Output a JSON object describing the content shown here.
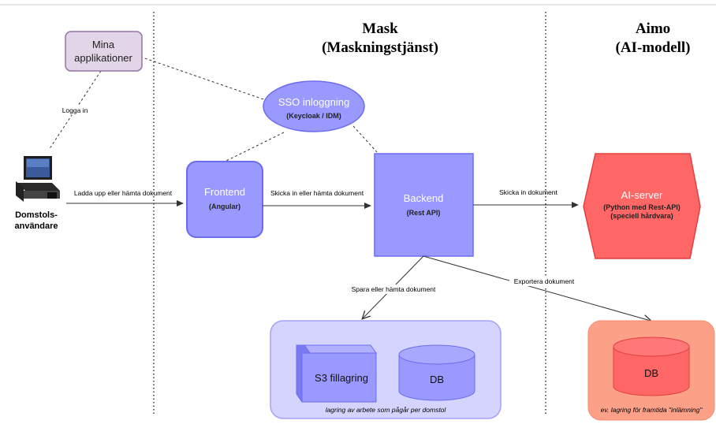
{
  "titles": {
    "mask_line1": "Mask",
    "mask_line2": "(Maskningstjänst)",
    "aimo_line1": "Aimo",
    "aimo_line2": "(AI-modell)"
  },
  "nodes": {
    "mina_app_line1": "Mina",
    "mina_app_line2": "applikationer",
    "sso_main": "SSO inloggning",
    "sso_sub": "(Keycloak / IDM)",
    "user_line1": "Domstols-",
    "user_line2": "användare",
    "frontend_main": "Frontend",
    "frontend_sub": "(Angular)",
    "backend_main": "Backend",
    "backend_sub": "(Rest API)",
    "ai_main": "AI-server",
    "ai_sub1": "(Python med Rest-API)",
    "ai_sub2": "(speciell hårdvara)",
    "s3": "S3 fillagring",
    "db_mask": "DB",
    "storage_caption": "lagring av arbete som pågår per domstol",
    "db_aimo": "DB",
    "aimo_caption": "ev. lagring för framtida \"inlämning\""
  },
  "edges": {
    "logga_in": "Logga in",
    "upload": "Ladda upp eller hämta dokument",
    "send_backend": "Skicka in eller hämta dokument",
    "send_ai": "Skicka in dokument",
    "save": "Spara eller hämta dokument",
    "export": "Exportera dokument"
  },
  "colors": {
    "blue_fill": "#9999ff",
    "blue_stroke": "#6c6cf0",
    "light_blue_fill": "#d4d4ff",
    "purple_fill": "#e1d5e7",
    "purple_stroke": "#9673a6",
    "red_fill": "#ff6666",
    "red_stroke": "#e0403f",
    "salmon_fill": "#fda088"
  }
}
